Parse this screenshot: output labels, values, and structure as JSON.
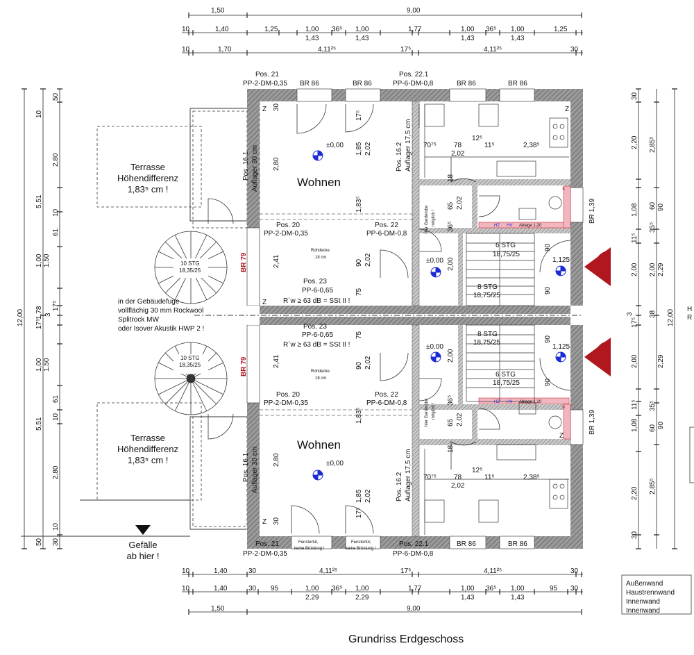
{
  "title": "Grundriss Erdgeschoss",
  "dims": {
    "top1": [
      "1,50",
      "9,00"
    ],
    "top2": [
      "10",
      "1,40",
      "1,25",
      "1,00",
      "1,43",
      "36⁵",
      "1,00",
      "1,43",
      "1,77",
      "1,00",
      "1,43",
      "36⁵",
      "1,00",
      "1,43",
      "1,25"
    ],
    "top3": [
      "10",
      "1,70",
      "4,11²⁵",
      "17⁵",
      "4,11²⁵",
      "30"
    ],
    "bot1": [
      "10",
      "1,40",
      "30",
      "4,11²⁵",
      "17⁵",
      "4,11²⁵",
      "30"
    ],
    "bot2": [
      "10",
      "1,40",
      "30",
      "95",
      "1,00",
      "2,29",
      "36⁵",
      "1,00",
      "2,29",
      "1,77",
      "1,00",
      "1,43",
      "36⁵",
      "1,00",
      "1,43",
      "95",
      "30"
    ],
    "bot3": [
      "1,50",
      "9,00"
    ],
    "left_outer": [
      "12,00"
    ],
    "left_mid": [
      "5,51",
      "1,50",
      "1,50",
      "5,51",
      "3",
      "17⁵"
    ],
    "left_inner": [
      "10",
      "50",
      "2,80",
      "10",
      "61",
      "1,00",
      "1,78",
      "17⁵",
      "1,00",
      "61",
      "10",
      "2,80",
      "10",
      "50",
      "30"
    ],
    "right_a": [
      "30",
      "2,20",
      "1,08",
      "11⁵",
      "2,00",
      "3",
      "38",
      "17⁵",
      "2,00",
      "11⁵",
      "1,08",
      "2,20",
      "30"
    ],
    "right_b": [
      "2,85⁵",
      "60",
      "35⁵",
      "2,00",
      "2,29",
      "2,29",
      "35⁵",
      "60",
      "2,85⁵"
    ],
    "right_c": [
      "90",
      "90"
    ],
    "right_outer": [
      "12,00"
    ],
    "right_cut": [
      "H",
      "R"
    ]
  },
  "pos_labels": [
    "Pos. 21",
    "PP-2-DM-0,35",
    "BR 86",
    "BR 86",
    "Pos. 22.1",
    "PP-6-DM-0,8",
    "BR 86",
    "BR 86",
    "Pos. 20",
    "PP-2-DM-0,35",
    "Pos. 22",
    "PP-6-DM-0,8",
    "Pos. 23",
    "PP-6-0,65",
    "R´w ≥ 63 dB = SSt II !",
    "Pos. 23",
    "PP-6-0,65",
    "R´w ≥ 63 dB = SSt II !",
    "Pos. 20",
    "PP-2-DM-0,35",
    "Pos. 22",
    "PP-6-DM-0,8",
    "Pos. 21",
    "PP-2-DM-0,35",
    "Pos. 22.1",
    "PP-6-DM-0,8",
    "BR 86",
    "BR 86",
    "Pos. 16.1",
    "Auflager 30 cm",
    "Pos. 16.2",
    "Auflager 17,5 cm",
    "Pos. 16.1",
    "Auflager 30 cm",
    "Pos. 16.2",
    "Auflager 17,5 cm",
    "BR 79",
    "BR 79",
    "BR 1,39",
    "BR 1,39"
  ],
  "rooms": [
    "Wohnen",
    "Wohnen",
    "Rohdecke",
    "18 cm",
    "Rohdecke",
    "18 cm",
    "hier Garderobe",
    "möglich !",
    "hier Garderobe",
    "möglich !"
  ],
  "levels": [
    "±0,00",
    "±0,00",
    "±0,00",
    "±0,00",
    "1,125",
    "1,125"
  ],
  "stairs": [
    "6 STG",
    "18,75/25",
    "8 STG",
    "18,75/25",
    "8 STG",
    "18,75/25",
    "6 STG",
    "18,75/25"
  ],
  "spiral": [
    "10 STG",
    "18,35/25",
    "10 STG",
    "18,35/25"
  ],
  "terrace": [
    "Terrasse",
    "Höhendifferenz",
    "1,83⁵ cm !",
    "Terrasse",
    "Höhendifferenz",
    "1,83⁵ cm !"
  ],
  "joint_note": [
    "in der Gebäudefuge",
    "vollflächig 30 mm Rockwool",
    "Splitrock MW",
    "oder Isover Akustik HWP 2 !"
  ],
  "slope": [
    "Gefälle",
    "ab hier !"
  ],
  "fenster": [
    "Fenstertür,",
    "keine Brüstung !",
    "Fenstertür,",
    "keine Brüstung !"
  ],
  "interior_dims": [
    "30",
    "2,80",
    "1,85",
    "2,02",
    "17⁵",
    "1,83⁵",
    "2,41",
    "90",
    "2,02",
    "75",
    "70⁷⁵",
    "78",
    "2,02",
    "12⁵",
    "11⁵",
    "2,38⁵",
    "18",
    "65",
    "2,02",
    "36⁵",
    "2,00",
    "90",
    "90",
    "90",
    "90",
    "2,00",
    "65",
    "2,02",
    "36⁵",
    "1,83⁵",
    "2,41",
    "75",
    "90",
    "2,02",
    "2,80",
    "1,85",
    "2,02",
    "17⁵",
    "30",
    "70⁷⁵",
    "78",
    "2,02",
    "12⁵",
    "11⁵",
    "2,38⁵",
    "18"
  ],
  "wc_labels": [
    "HZ",
    "HV",
    "Ablage 1,20",
    "S",
    "HZ",
    "HV",
    "Ablage 1,20",
    "S"
  ],
  "legend": [
    "Außenwand",
    "Haustrennwand",
    "Innenwand",
    "Innenwand"
  ],
  "colors": {
    "wall": "#8a8a8a",
    "hatch": "#555555",
    "section_mark": "#b0171f",
    "pos_red": "#b0171f",
    "level_blue": "#1b2bd6",
    "wc_pink": "#f2b6c0"
  }
}
